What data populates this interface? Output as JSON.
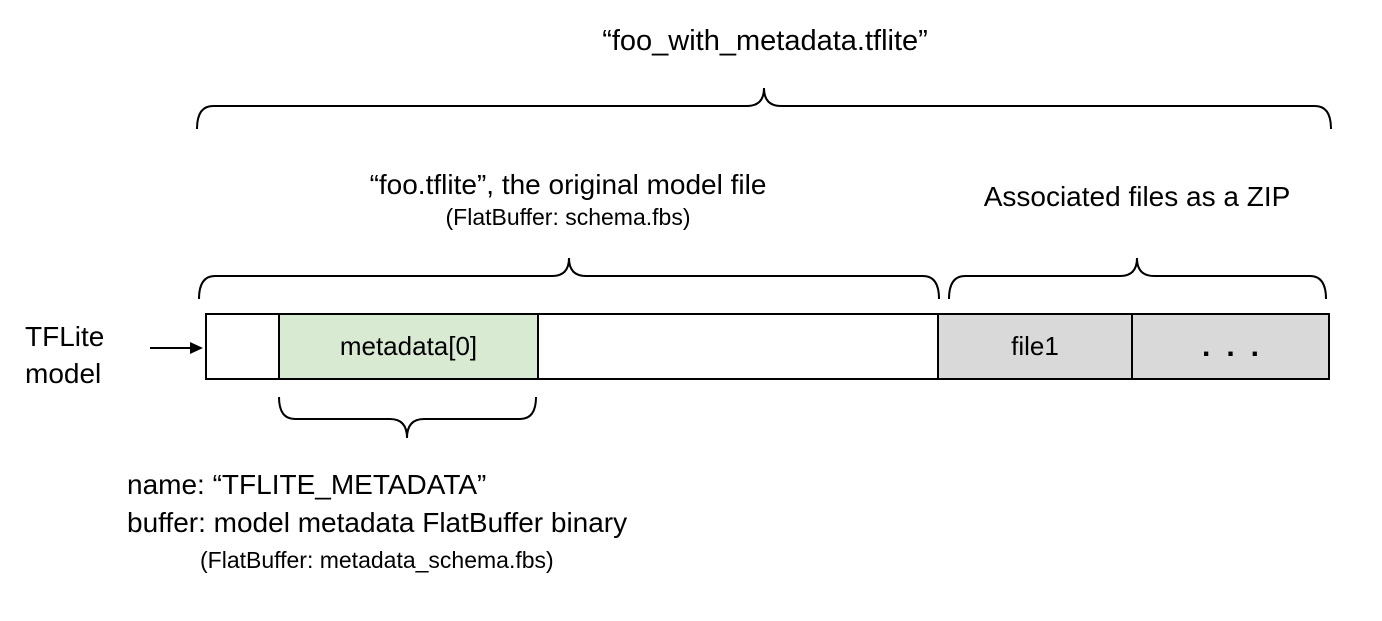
{
  "diagram": {
    "title": "“foo_with_metadata.tflite”",
    "model_file_label": "“foo.tflite”, the original model file",
    "model_file_sublabel": "(FlatBuffer: schema.fbs)",
    "associated_files_label": "Associated files as a ZIP",
    "tflite_model_label": "TFLite\nmodel",
    "bar_segments": [
      {
        "label": "",
        "kind": "empty"
      },
      {
        "label": "metadata[0]",
        "kind": "metadata-buffer"
      },
      {
        "label": "",
        "kind": "empty"
      },
      {
        "label": "file1",
        "kind": "associated-file"
      },
      {
        "label": "...",
        "kind": "associated-file-more"
      }
    ],
    "metadata_note": {
      "line1": "name: “TFLITE_METADATA”",
      "line2": "buffer: model metadata FlatBuffer binary",
      "line3": "(FlatBuffer: metadata_schema.fbs)"
    },
    "colors": {
      "metadata_fill": "#d9ead3",
      "file_fill": "#d9d9d9",
      "stroke": "#000000",
      "background": "#ffffff"
    }
  }
}
